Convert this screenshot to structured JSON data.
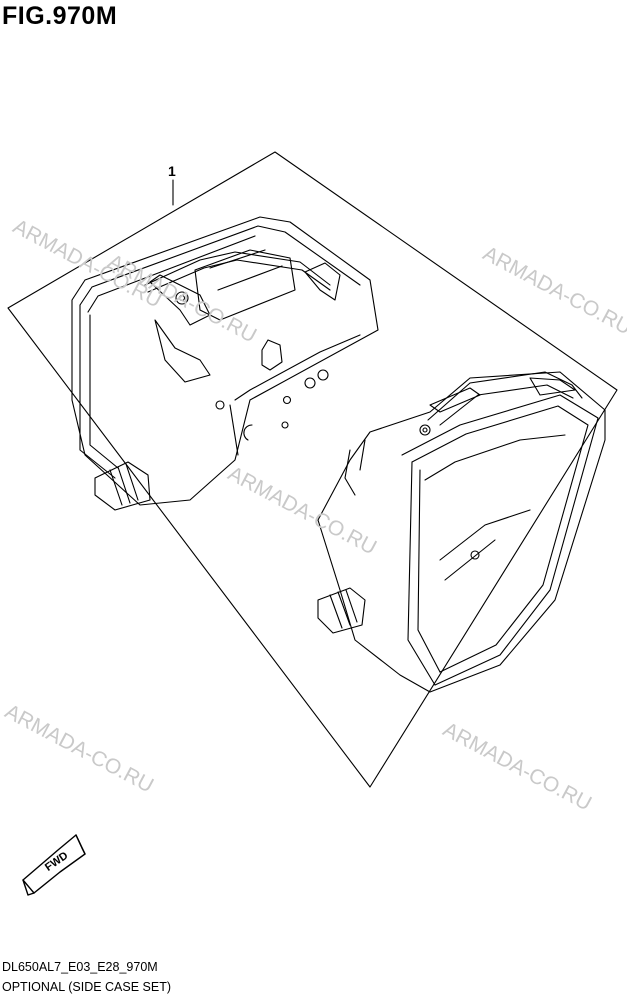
{
  "header": {
    "figure_title": "FIG.970M"
  },
  "callout": {
    "part_number": "1"
  },
  "watermarks": [
    "ARMADA-CO.RU",
    "ARMADA-CO.RU",
    "ARMADA-CO.RU",
    "ARMADA-CO.RU",
    "ARMADA-CO.RU",
    "ARMADA-CO.RU"
  ],
  "direction_marker": {
    "label": "FWD"
  },
  "footer": {
    "model_code": "DL650AL7_E03_E28_970M",
    "description": "OPTIONAL (SIDE CASE SET)"
  },
  "colors": {
    "line": "#000000",
    "watermark": "#c9c9c9",
    "background": "#ffffff"
  }
}
